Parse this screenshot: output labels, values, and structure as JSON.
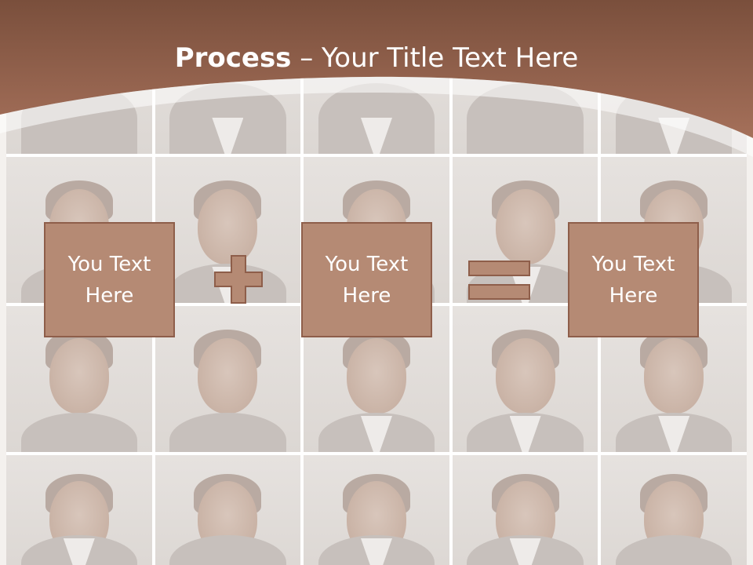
{
  "header": {
    "title_bold": "Process",
    "title_rest": " – Your Title Text Here"
  },
  "process": {
    "boxes": [
      {
        "line1": "You Text",
        "line2": "Here"
      },
      {
        "line1": "You Text",
        "line2": "Here"
      },
      {
        "line1": "You Text",
        "line2": "Here"
      }
    ],
    "operators": [
      "plus-icon",
      "equals-icon"
    ]
  },
  "colors": {
    "header_brown": "#98634d",
    "box_fill": "#b58a74",
    "box_border": "#8e5e4a",
    "operator_fill": "#b58a74"
  }
}
